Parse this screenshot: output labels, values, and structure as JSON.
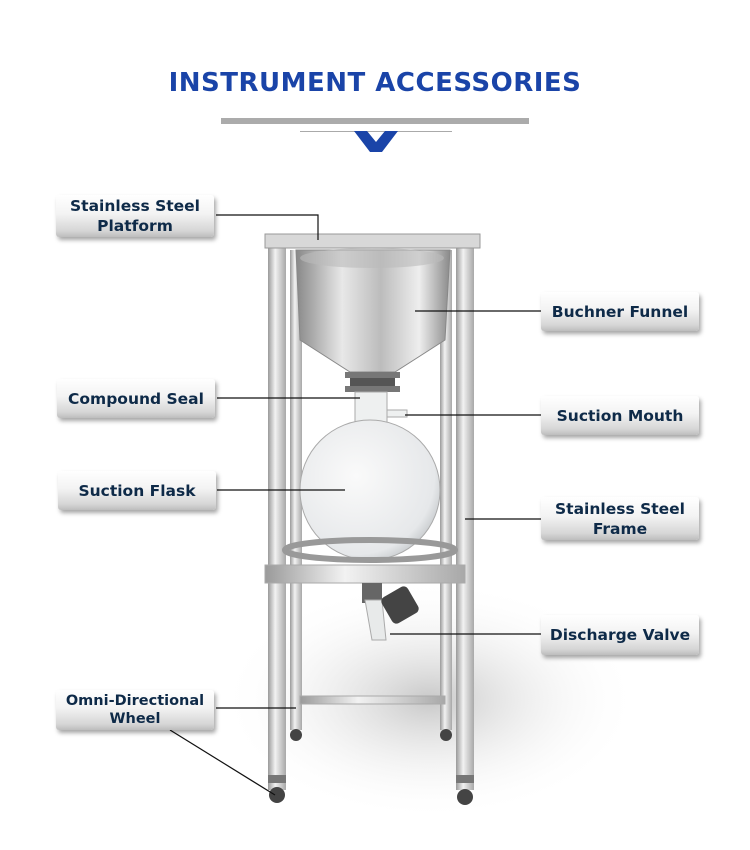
{
  "header": {
    "title": "INSTRUMENT ACCESSORIES"
  },
  "labels": {
    "platform": "Stainless Steel Platform",
    "compound_seal": "Compound Seal",
    "suction_flask": "Suction Flask",
    "wheel": "Omni-Directional Wheel",
    "buchner_funnel": "Buchner Funnel",
    "suction_mouth": "Suction Mouth",
    "frame": "Stainless Steel Frame",
    "discharge_valve": "Discharge Valve"
  },
  "colors": {
    "accent": "#1a44a8",
    "label_text": "#0e2a48"
  }
}
